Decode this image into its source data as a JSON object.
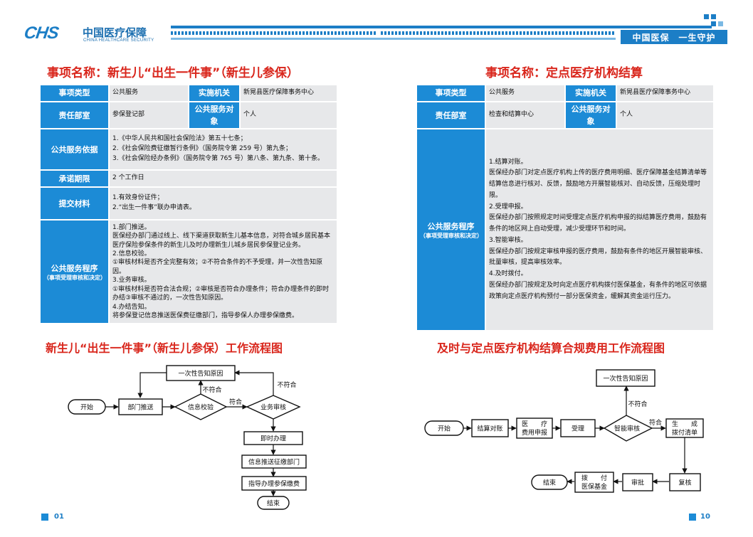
{
  "header": {
    "logo_abbr": "CHS",
    "logo_cn": "中国医疗保障",
    "logo_en": "CHINA HEALTHCARE SECURITY",
    "slogan": "中国医保　一生守护",
    "brand_color": "#1c7ec6"
  },
  "left": {
    "title": "事项名称：新生儿“出生一件事”（新生儿参保）",
    "table": {
      "type_label": "事项类型",
      "type_value": "公共服务",
      "org_label": "实施机关",
      "org_value": "新晃县医疗保障事务中心",
      "dept_label": "责任部室",
      "dept_value": "参保登记部",
      "target_label": "公共服务对象",
      "target_value": "个人",
      "basis_label": "公共服务依据",
      "basis_value": "1.《中华人民共和国社会保险法》第五十七条；\n2.《社会保险费征缴暂行条例》（国务院令第 259 号）第九条；\n3.《社会保险经办条例》（国务院令第 765 号）第八条、第九条、第十条。",
      "period_label": "承诺期限",
      "period_value": "2 个工作日",
      "materials_label": "提交材料",
      "materials_value": "1.有效身份证件；\n2.“出生一件事”联办申请表。",
      "proc_label": "公共服务程序",
      "proc_sub": "（事项受理审核和决定）",
      "proc_value": "1.部门推送。\n医保经办部门通过线上、线下渠道获取新生儿基本信息，对符合城乡居民基本医疗保险参保条件的新生儿及时办理新生儿城乡居民参保登记业务。\n2.信息校验。\n①审核材料是否齐全完整有效；②不符合条件的不予受理，并一次性告知原因。\n3.业务审核。\n①审核材料是否符合法合规；②审核是否符合办理条件；符合办理条件的即时办结③审核不通过的，一次性告知原因。\n4.办结告知。\n将参保登记信息推送医保费征缴部门，指导参保人办理参保缴费。"
    },
    "chart_title": "新生儿“出生一件事”（新生儿参保）工作流程图",
    "flow": {
      "start": "开始",
      "push": "部门推送",
      "verify": "信息校验",
      "review": "业务审核",
      "notify": "一次性告知原因",
      "handle": "即时办理",
      "send": "信息推送征缴部门",
      "guide": "指导办理参保缴费",
      "end": "结束",
      "ok1": "符合",
      "no1": "不符合",
      "no2": "不符合"
    },
    "page_number": "01"
  },
  "right": {
    "title": "事项名称：定点医疗机构结算",
    "table": {
      "type_label": "事项类型",
      "type_value": "公共服务",
      "org_label": "实施机关",
      "org_value": "新晃县医疗保障事务中心",
      "dept_label": "责任部室",
      "dept_value": "检查和结算中心",
      "target_label": "公共服务对象",
      "target_value": "个人",
      "proc_label": "公共服务程序",
      "proc_sub": "（事项受理审核和决定）",
      "proc_value": "1.结算对账。\n医保经办部门对定点医疗机构上传的医疗费用明细、医疗保障基金结算清单等结算信息进行核对、反馈，鼓励地方开展智能核对、自动反馈，压缩处理时限。\n2.受理申报。\n医保经办部门按照规定时间受理定点医疗机构申报的拟结算医疗费用，鼓励有条件的地区网上自动受理，减少受理环节和时间。\n3.智能审核。\n医保经办部门按规定审核申报的医疗费用，鼓励有条件的地区开展智能审核、批量审核，提高审核效率。\n4.及时拨付。\n医保经办部门按规定及时向定点医疗机构拨付医保基金，有条件的地区可依据政策向定点医疗机构预付一部分医保资金，缓解其资金运行压力。"
    },
    "chart_title": "及时与定点医疗机构结算合规费用工作流程图",
    "flow": {
      "start": "开始",
      "settle": "结算对账",
      "declare_1": "医　　疗",
      "declare_2": "费用申报",
      "accept": "受理",
      "smart": "智能审核",
      "generate_1": "生　　成",
      "generate_2": "拨付清单",
      "notify": "一次性告知原因",
      "approve": "审批",
      "recheck": "复核",
      "fund_1": "拨　　付",
      "fund_2": "医保基金",
      "end": "结束",
      "ok": "符合",
      "no": "不符合"
    },
    "page_number": "10"
  }
}
